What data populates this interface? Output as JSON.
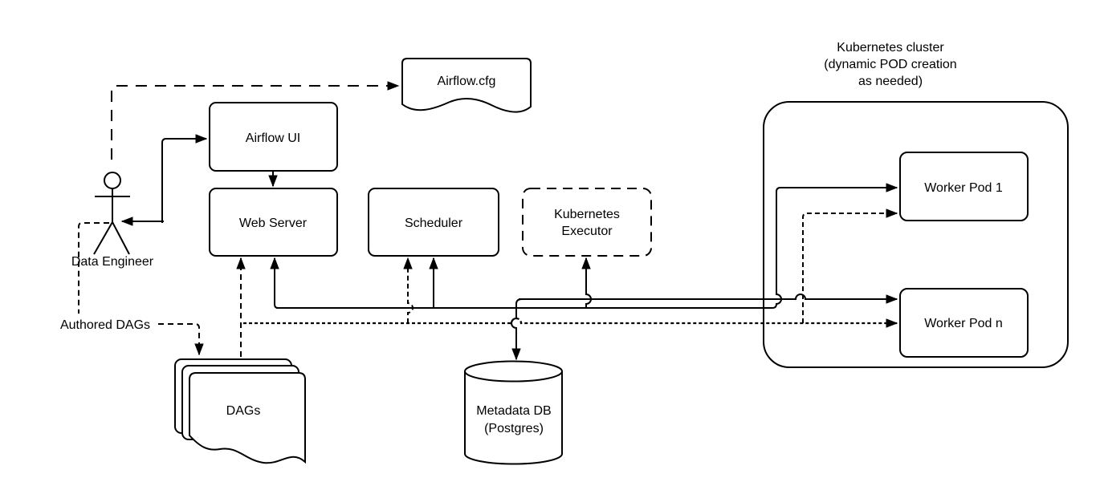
{
  "diagram": {
    "colors": {
      "stroke": "#000000",
      "background": "#ffffff",
      "text": "#000000"
    },
    "nodes": {
      "airflow_cfg": {
        "label": "Airflow.cfg"
      },
      "airflow_ui": {
        "label": "Airflow UI"
      },
      "web_server": {
        "label": "Web Server"
      },
      "scheduler": {
        "label": "Scheduler"
      },
      "kubernetes_executor": {
        "line1": "Kubernetes",
        "line2": "Executor"
      },
      "kubernetes_cluster": {
        "line1": "Kubernetes cluster",
        "line2": "(dynamic POD creation",
        "line3": "as needed)"
      },
      "worker_pod_1": {
        "label": "Worker Pod 1"
      },
      "worker_pod_n": {
        "label": "Worker Pod n"
      },
      "dags": {
        "label": "DAGs"
      },
      "metadata_db": {
        "line1": "Metadata DB",
        "line2": "(Postgres)"
      },
      "data_engineer": {
        "label": "Data Engineer"
      }
    },
    "edge_labels": {
      "authored_dags": "Authored DAGs"
    }
  }
}
